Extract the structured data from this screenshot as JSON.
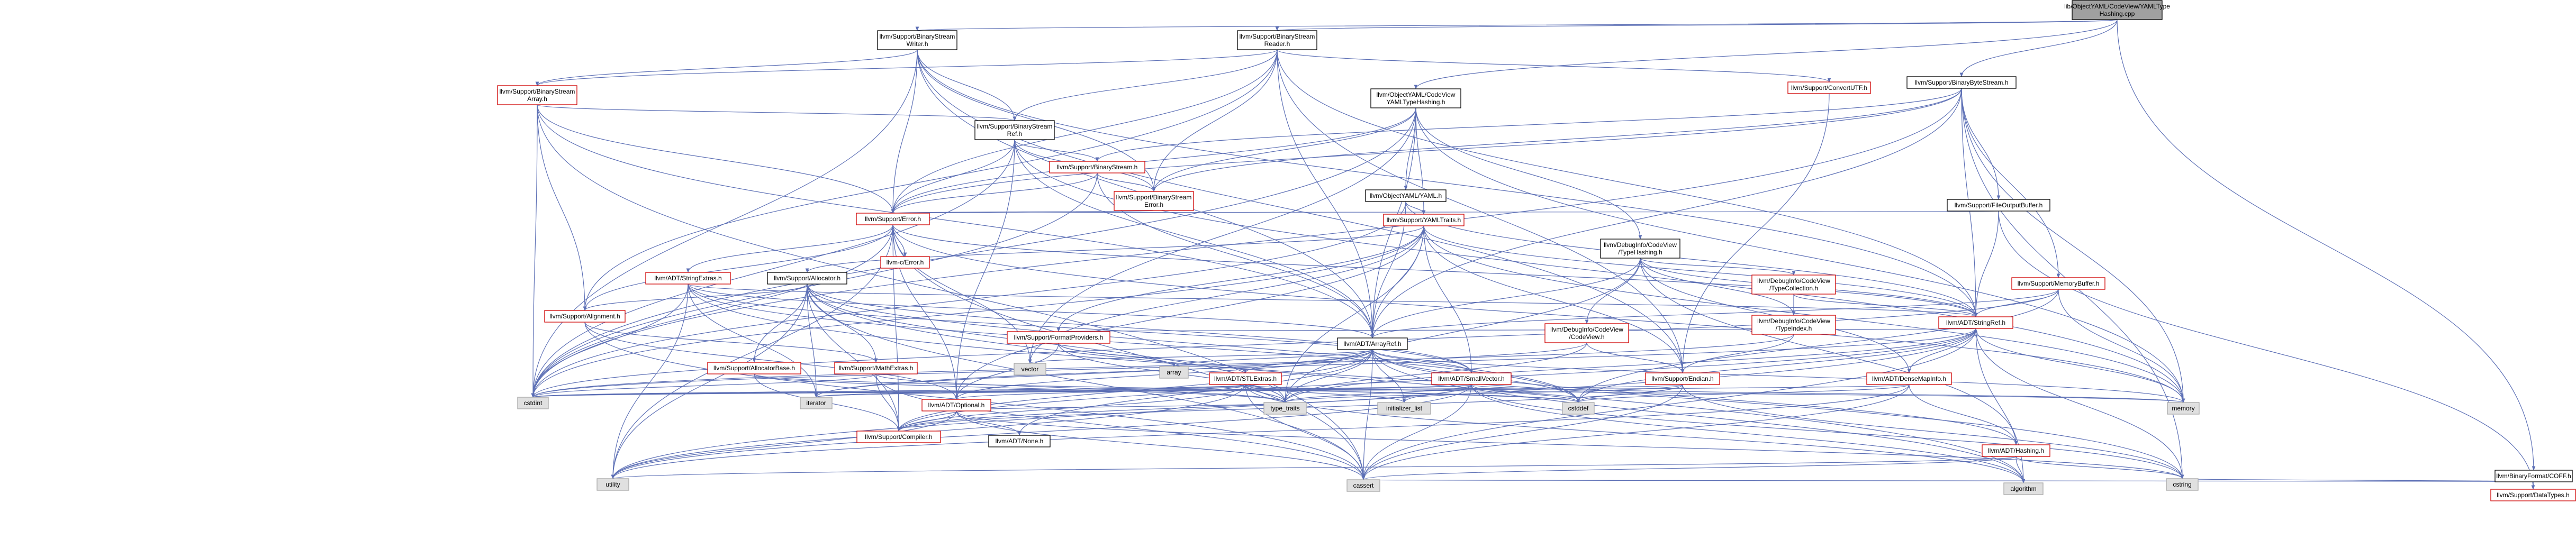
{
  "colors": {
    "edge": "#5c6fb5",
    "node_border_black": "#000000",
    "node_border_red": "#d00000",
    "node_border_gray": "#a8a8a8",
    "node_fill_root": "#a0a0a0",
    "node_fill_white": "#ffffff",
    "node_fill_gray": "#e0e0e0"
  },
  "nodes": [
    {
      "id": "root",
      "lines": [
        "lib/ObjectYAML/CodeView/YAMLType",
        "Hashing.cpp"
      ],
      "style": "root"
    },
    {
      "id": "bsw",
      "lines": [
        "llvm/Support/BinaryStream",
        "Writer.h"
      ],
      "style": "normal"
    },
    {
      "id": "bsr",
      "lines": [
        "llvm/Support/BinaryStream",
        "Reader.h"
      ],
      "style": "normal"
    },
    {
      "id": "cvthash",
      "lines": [
        "llvm/ObjectYAML/CodeView",
        "YAMLTypeHashing.h"
      ],
      "style": "normal"
    },
    {
      "id": "bbs",
      "lines": [
        "llvm/Support/BinaryByteStream.h"
      ],
      "style": "normal"
    },
    {
      "id": "coff",
      "lines": [
        "llvm/BinaryFormat/COFF.h"
      ],
      "style": "normal"
    },
    {
      "id": "bsa",
      "lines": [
        "llvm/Support/BinaryStream",
        "Array.h"
      ],
      "style": "red"
    },
    {
      "id": "bsref",
      "lines": [
        "llvm/Support/BinaryStream",
        "Ref.h"
      ],
      "style": "normal"
    },
    {
      "id": "convutf",
      "lines": [
        "llvm/Support/ConvertUTF.h"
      ],
      "style": "red"
    },
    {
      "id": "bstream",
      "lines": [
        "llvm/Support/BinaryStream.h"
      ],
      "style": "red"
    },
    {
      "id": "bserr",
      "lines": [
        "llvm/Support/BinaryStream",
        "Error.h"
      ],
      "style": "red"
    },
    {
      "id": "oyaml",
      "lines": [
        "llvm/ObjectYAML/YAML.h"
      ],
      "style": "normal"
    },
    {
      "id": "fob",
      "lines": [
        "llvm/Support/FileOutputBuffer.h"
      ],
      "style": "normal"
    },
    {
      "id": "error",
      "lines": [
        "llvm/Support/Error.h"
      ],
      "style": "red"
    },
    {
      "id": "yamltraits",
      "lines": [
        "llvm/Support/YAMLTraits.h"
      ],
      "style": "red"
    },
    {
      "id": "cvtypehash",
      "lines": [
        "llvm/DebugInfo/CodeView",
        "/TypeHashing.h"
      ],
      "style": "normal"
    },
    {
      "id": "cerrno",
      "lines": [
        "llvm-c/Error.h"
      ],
      "style": "red"
    },
    {
      "id": "stringextras",
      "lines": [
        "llvm/ADT/StringExtras.h"
      ],
      "style": "red"
    },
    {
      "id": "allocator",
      "lines": [
        "llvm/Support/Allocator.h"
      ],
      "style": "normal"
    },
    {
      "id": "typecoll",
      "lines": [
        "llvm/DebugInfo/CodeView",
        "/TypeCollection.h"
      ],
      "style": "red"
    },
    {
      "id": "membuf",
      "lines": [
        "llvm/Support/MemoryBuffer.h"
      ],
      "style": "red"
    },
    {
      "id": "alignment",
      "lines": [
        "llvm/Support/Alignment.h"
      ],
      "style": "red"
    },
    {
      "id": "fmtprov",
      "lines": [
        "llvm/Support/FormatProviders.h"
      ],
      "style": "red"
    },
    {
      "id": "arrayref",
      "lines": [
        "llvm/ADT/ArrayRef.h"
      ],
      "style": "normal"
    },
    {
      "id": "cvcv",
      "lines": [
        "llvm/DebugInfo/CodeView",
        "/CodeView.h"
      ],
      "style": "red"
    },
    {
      "id": "typeindex",
      "lines": [
        "llvm/DebugInfo/CodeView",
        "/TypeIndex.h"
      ],
      "style": "red"
    },
    {
      "id": "stringref",
      "lines": [
        "llvm/ADT/StringRef.h"
      ],
      "style": "red"
    },
    {
      "id": "allocbase",
      "lines": [
        "llvm/Support/AllocatorBase.h"
      ],
      "style": "red"
    },
    {
      "id": "mathextras",
      "lines": [
        "llvm/Support/MathExtras.h"
      ],
      "style": "red"
    },
    {
      "id": "vector",
      "lines": [
        "vector"
      ],
      "style": "gray"
    },
    {
      "id": "array",
      "lines": [
        "array"
      ],
      "style": "gray"
    },
    {
      "id": "stlextras",
      "lines": [
        "llvm/ADT/STLExtras.h"
      ],
      "style": "red"
    },
    {
      "id": "smallvec",
      "lines": [
        "llvm/ADT/SmallVector.h"
      ],
      "style": "red"
    },
    {
      "id": "endian",
      "lines": [
        "llvm/Support/Endian.h"
      ],
      "style": "red"
    },
    {
      "id": "densemapinfo",
      "lines": [
        "llvm/ADT/DenseMapInfo.h"
      ],
      "style": "red"
    },
    {
      "id": "cstdint",
      "lines": [
        "cstdint"
      ],
      "style": "gray"
    },
    {
      "id": "iterator",
      "lines": [
        "iterator"
      ],
      "style": "gray"
    },
    {
      "id": "optional",
      "lines": [
        "llvm/ADT/Optional.h"
      ],
      "style": "red"
    },
    {
      "id": "typetraits",
      "lines": [
        "type_traits"
      ],
      "style": "gray"
    },
    {
      "id": "initlist",
      "lines": [
        "initializer_list"
      ],
      "style": "gray"
    },
    {
      "id": "cstddef",
      "lines": [
        "cstddef"
      ],
      "style": "gray"
    },
    {
      "id": "memory",
      "lines": [
        "memory"
      ],
      "style": "gray"
    },
    {
      "id": "compiler",
      "lines": [
        "llvm/Support/Compiler.h"
      ],
      "style": "red"
    },
    {
      "id": "none",
      "lines": [
        "llvm/ADT/None.h"
      ],
      "style": "normal"
    },
    {
      "id": "hashing",
      "lines": [
        "llvm/ADT/Hashing.h"
      ],
      "style": "red"
    },
    {
      "id": "utility",
      "lines": [
        "utility"
      ],
      "style": "gray"
    },
    {
      "id": "cassert",
      "lines": [
        "cassert"
      ],
      "style": "gray"
    },
    {
      "id": "algorithm",
      "lines": [
        "algorithm"
      ],
      "style": "gray"
    },
    {
      "id": "cstring",
      "lines": [
        "cstring"
      ],
      "style": "gray"
    },
    {
      "id": "datatypes",
      "lines": [
        "llvm/Support/DataTypes.h"
      ],
      "style": "red"
    }
  ],
  "edges": [
    [
      "root",
      "bsw"
    ],
    [
      "root",
      "bsr"
    ],
    [
      "root",
      "cvthash"
    ],
    [
      "root",
      "bbs"
    ],
    [
      "root",
      "coff"
    ],
    [
      "bsw",
      "bsa"
    ],
    [
      "bsw",
      "bsref"
    ],
    [
      "bsw",
      "bserr"
    ],
    [
      "bsw",
      "error"
    ],
    [
      "bsw",
      "arrayref"
    ],
    [
      "bsw",
      "stringref"
    ],
    [
      "bsw",
      "endian"
    ],
    [
      "bsw",
      "cstdint"
    ],
    [
      "bsr",
      "bsa"
    ],
    [
      "bsr",
      "bsref"
    ],
    [
      "bsr",
      "convutf"
    ],
    [
      "bsr",
      "bserr"
    ],
    [
      "bsr",
      "error"
    ],
    [
      "bsr",
      "alignment"
    ],
    [
      "bsr",
      "arrayref"
    ],
    [
      "bsr",
      "stringref"
    ],
    [
      "bsr",
      "endian"
    ],
    [
      "bsr",
      "type_traits_alias"
    ],
    [
      "bsa",
      "bsref"
    ],
    [
      "bsa",
      "error"
    ],
    [
      "bsa",
      "arrayref"
    ],
    [
      "bsa",
      "cassert"
    ],
    [
      "bsa",
      "cstdint"
    ],
    [
      "bsa",
      "alignment"
    ],
    [
      "bsref",
      "bstream"
    ],
    [
      "bsref",
      "bserr"
    ],
    [
      "bsref",
      "error"
    ],
    [
      "bsref",
      "arrayref"
    ],
    [
      "bsref",
      "optional"
    ],
    [
      "bsref",
      "cstdint"
    ],
    [
      "bsref",
      "memory"
    ],
    [
      "convutf",
      "endian"
    ],
    [
      "bbs",
      "bstream"
    ],
    [
      "bbs",
      "bserr"
    ],
    [
      "bbs",
      "error"
    ],
    [
      "bbs",
      "fob"
    ],
    [
      "bbs",
      "membuf"
    ],
    [
      "bbs",
      "arrayref"
    ],
    [
      "bbs",
      "stringref"
    ],
    [
      "bbs",
      "cstdint"
    ],
    [
      "bbs",
      "cstring"
    ],
    [
      "bbs",
      "memory"
    ],
    [
      "cvthash",
      "oyaml"
    ],
    [
      "cvthash",
      "cvtypehash"
    ],
    [
      "cvthash",
      "yamltraits"
    ],
    [
      "cvthash",
      "error"
    ],
    [
      "cvthash",
      "arrayref"
    ],
    [
      "cvthash",
      "bserr"
    ],
    [
      "cvthash",
      "cstdint"
    ],
    [
      "cvthash",
      "vector"
    ],
    [
      "cvthash",
      "memory"
    ],
    [
      "bstream",
      "bserr"
    ],
    [
      "bstream",
      "error"
    ],
    [
      "bstream",
      "arrayref"
    ],
    [
      "bstream",
      "cstdint"
    ],
    [
      "bserr",
      "error"
    ],
    [
      "oyaml",
      "yamltraits"
    ],
    [
      "oyaml",
      "stringref"
    ],
    [
      "oyaml",
      "arrayref"
    ],
    [
      "oyaml",
      "cstdint"
    ],
    [
      "fob",
      "error"
    ],
    [
      "fob",
      "stringref"
    ],
    [
      "fob",
      "datatypes"
    ],
    [
      "error",
      "cerrno"
    ],
    [
      "error",
      "stringextras"
    ],
    [
      "error",
      "stringref"
    ],
    [
      "error",
      "alignment"
    ],
    [
      "error",
      "compiler"
    ],
    [
      "error",
      "cassert"
    ],
    [
      "error",
      "cstdint"
    ],
    [
      "error",
      "memory"
    ],
    [
      "error",
      "vector"
    ],
    [
      "error",
      "utility"
    ],
    [
      "error",
      "optional"
    ],
    [
      "yamltraits",
      "allocator"
    ],
    [
      "yamltraits",
      "stringref"
    ],
    [
      "yamltraits",
      "arrayref"
    ],
    [
      "yamltraits",
      "smallvec"
    ],
    [
      "yamltraits",
      "endian"
    ],
    [
      "yamltraits",
      "typetraits"
    ],
    [
      "yamltraits",
      "vector"
    ],
    [
      "yamltraits",
      "optional"
    ],
    [
      "yamltraits",
      "memory"
    ],
    [
      "yamltraits",
      "cstdint"
    ],
    [
      "yamltraits",
      "fmtprov"
    ],
    [
      "cvtypehash",
      "typecoll"
    ],
    [
      "cvtypehash",
      "typeindex"
    ],
    [
      "cvtypehash",
      "cvcv"
    ],
    [
      "cvtypehash",
      "arrayref"
    ],
    [
      "cvtypehash",
      "stringref"
    ],
    [
      "cvtypehash",
      "hashing"
    ],
    [
      "cvtypehash",
      "densemapinfo"
    ],
    [
      "cvtypehash",
      "typetraits"
    ],
    [
      "stringextras",
      "arrayref"
    ],
    [
      "stringextras",
      "stringref"
    ],
    [
      "stringextras",
      "smallvec"
    ],
    [
      "stringextras",
      "cstddef"
    ],
    [
      "stringextras",
      "cstdint"
    ],
    [
      "stringextras",
      "iterator"
    ],
    [
      "stringextras",
      "utility"
    ],
    [
      "stringextras",
      "cstring"
    ],
    [
      "allocator",
      "alignment"
    ],
    [
      "allocator",
      "allocbase"
    ],
    [
      "allocator",
      "mathextras"
    ],
    [
      "allocator",
      "smallvec"
    ],
    [
      "allocator",
      "compiler"
    ],
    [
      "allocator",
      "cassert"
    ],
    [
      "allocator",
      "cstddef"
    ],
    [
      "allocator",
      "iterator"
    ],
    [
      "allocator",
      "typetraits"
    ],
    [
      "allocator",
      "utility"
    ],
    [
      "allocator",
      "algorithm"
    ],
    [
      "typecoll",
      "typeindex"
    ],
    [
      "typecoll",
      "stringref"
    ],
    [
      "membuf",
      "stringref"
    ],
    [
      "membuf",
      "arrayref"
    ],
    [
      "membuf",
      "cstddef"
    ],
    [
      "membuf",
      "cstdint"
    ],
    [
      "membuf",
      "memory"
    ],
    [
      "alignment",
      "mathextras"
    ],
    [
      "alignment",
      "cassert"
    ],
    [
      "alignment",
      "optional"
    ],
    [
      "fmtprov",
      "stringref"
    ],
    [
      "fmtprov",
      "stlextras"
    ],
    [
      "fmtprov",
      "array"
    ],
    [
      "fmtprov",
      "typetraits"
    ],
    [
      "fmtprov",
      "optional"
    ],
    [
      "arrayref",
      "stlextras"
    ],
    [
      "arrayref",
      "smallvec"
    ],
    [
      "arrayref",
      "compiler"
    ],
    [
      "arrayref",
      "none"
    ],
    [
      "arrayref",
      "algorithm"
    ],
    [
      "arrayref",
      "array"
    ],
    [
      "arrayref",
      "cassert"
    ],
    [
      "arrayref",
      "cstddef"
    ],
    [
      "arrayref",
      "initlist"
    ],
    [
      "arrayref",
      "iterator"
    ],
    [
      "arrayref",
      "memory"
    ],
    [
      "arrayref",
      "typetraits"
    ],
    [
      "arrayref",
      "vector"
    ],
    [
      "arrayref",
      "hashing"
    ],
    [
      "arrayref",
      "optional"
    ],
    [
      "cvcv",
      "endian"
    ],
    [
      "cvcv",
      "cstdint"
    ],
    [
      "cvcv",
      "typetraits"
    ],
    [
      "typeindex",
      "endian"
    ],
    [
      "typeindex",
      "cstdint"
    ],
    [
      "typeindex",
      "cinttypes_alias"
    ],
    [
      "stringref",
      "densemapinfo"
    ],
    [
      "stringref",
      "compiler"
    ],
    [
      "stringref",
      "algorithm"
    ],
    [
      "stringref",
      "cassert"
    ],
    [
      "stringref",
      "cstddef"
    ],
    [
      "stringref",
      "cstring"
    ],
    [
      "stringref",
      "iterator"
    ],
    [
      "stringref",
      "memory"
    ],
    [
      "stringref",
      "typetraits"
    ],
    [
      "stringref",
      "utility"
    ],
    [
      "allocbase",
      "compiler"
    ],
    [
      "allocbase",
      "cstddef"
    ],
    [
      "allocbase",
      "typetraits"
    ],
    [
      "mathextras",
      "compiler"
    ],
    [
      "mathextras",
      "cassert"
    ],
    [
      "mathextras",
      "cstdint"
    ],
    [
      "mathextras",
      "typetraits"
    ],
    [
      "stlextras",
      "optional"
    ],
    [
      "stlextras",
      "compiler"
    ],
    [
      "stlextras",
      "algorithm"
    ],
    [
      "stlextras",
      "cassert"
    ],
    [
      "stlextras",
      "cstddef"
    ],
    [
      "stlextras",
      "cstdint"
    ],
    [
      "stlextras",
      "initlist"
    ],
    [
      "stlextras",
      "iterator"
    ],
    [
      "stlextras",
      "memory"
    ],
    [
      "stlextras",
      "typetraits"
    ],
    [
      "stlextras",
      "utility"
    ],
    [
      "smallvec",
      "compiler"
    ],
    [
      "smallvec",
      "algorithm"
    ],
    [
      "smallvec",
      "cassert"
    ],
    [
      "smallvec",
      "cstddef"
    ],
    [
      "smallvec",
      "cstring"
    ],
    [
      "smallvec",
      "initlist"
    ],
    [
      "smallvec",
      "iterator"
    ],
    [
      "smallvec",
      "memory"
    ],
    [
      "smallvec",
      "typetraits"
    ],
    [
      "smallvec",
      "utility"
    ],
    [
      "smallvec",
      "cstdint"
    ],
    [
      "endian",
      "compiler"
    ],
    [
      "endian",
      "cassert"
    ],
    [
      "endian",
      "cstddef"
    ],
    [
      "endian",
      "cstdint"
    ],
    [
      "endian",
      "cstring"
    ],
    [
      "endian",
      "typetraits"
    ],
    [
      "densemapinfo",
      "hashing"
    ],
    [
      "densemapinfo",
      "cassert"
    ],
    [
      "densemapinfo",
      "cstddef"
    ],
    [
      "densemapinfo",
      "cstdint"
    ],
    [
      "densemapinfo",
      "utility"
    ],
    [
      "optional",
      "none"
    ],
    [
      "optional",
      "compiler"
    ],
    [
      "optional",
      "cassert"
    ],
    [
      "optional",
      "cstring"
    ],
    [
      "optional",
      "typetraits"
    ],
    [
      "optional",
      "utility"
    ],
    [
      "hashing",
      "algorithm"
    ],
    [
      "hashing",
      "cassert"
    ],
    [
      "hashing",
      "cstring"
    ],
    [
      "hashing",
      "utility"
    ],
    [
      "coff",
      "datatypes"
    ],
    [
      "coff",
      "cassert"
    ],
    [
      "coff",
      "cstring"
    ]
  ]
}
